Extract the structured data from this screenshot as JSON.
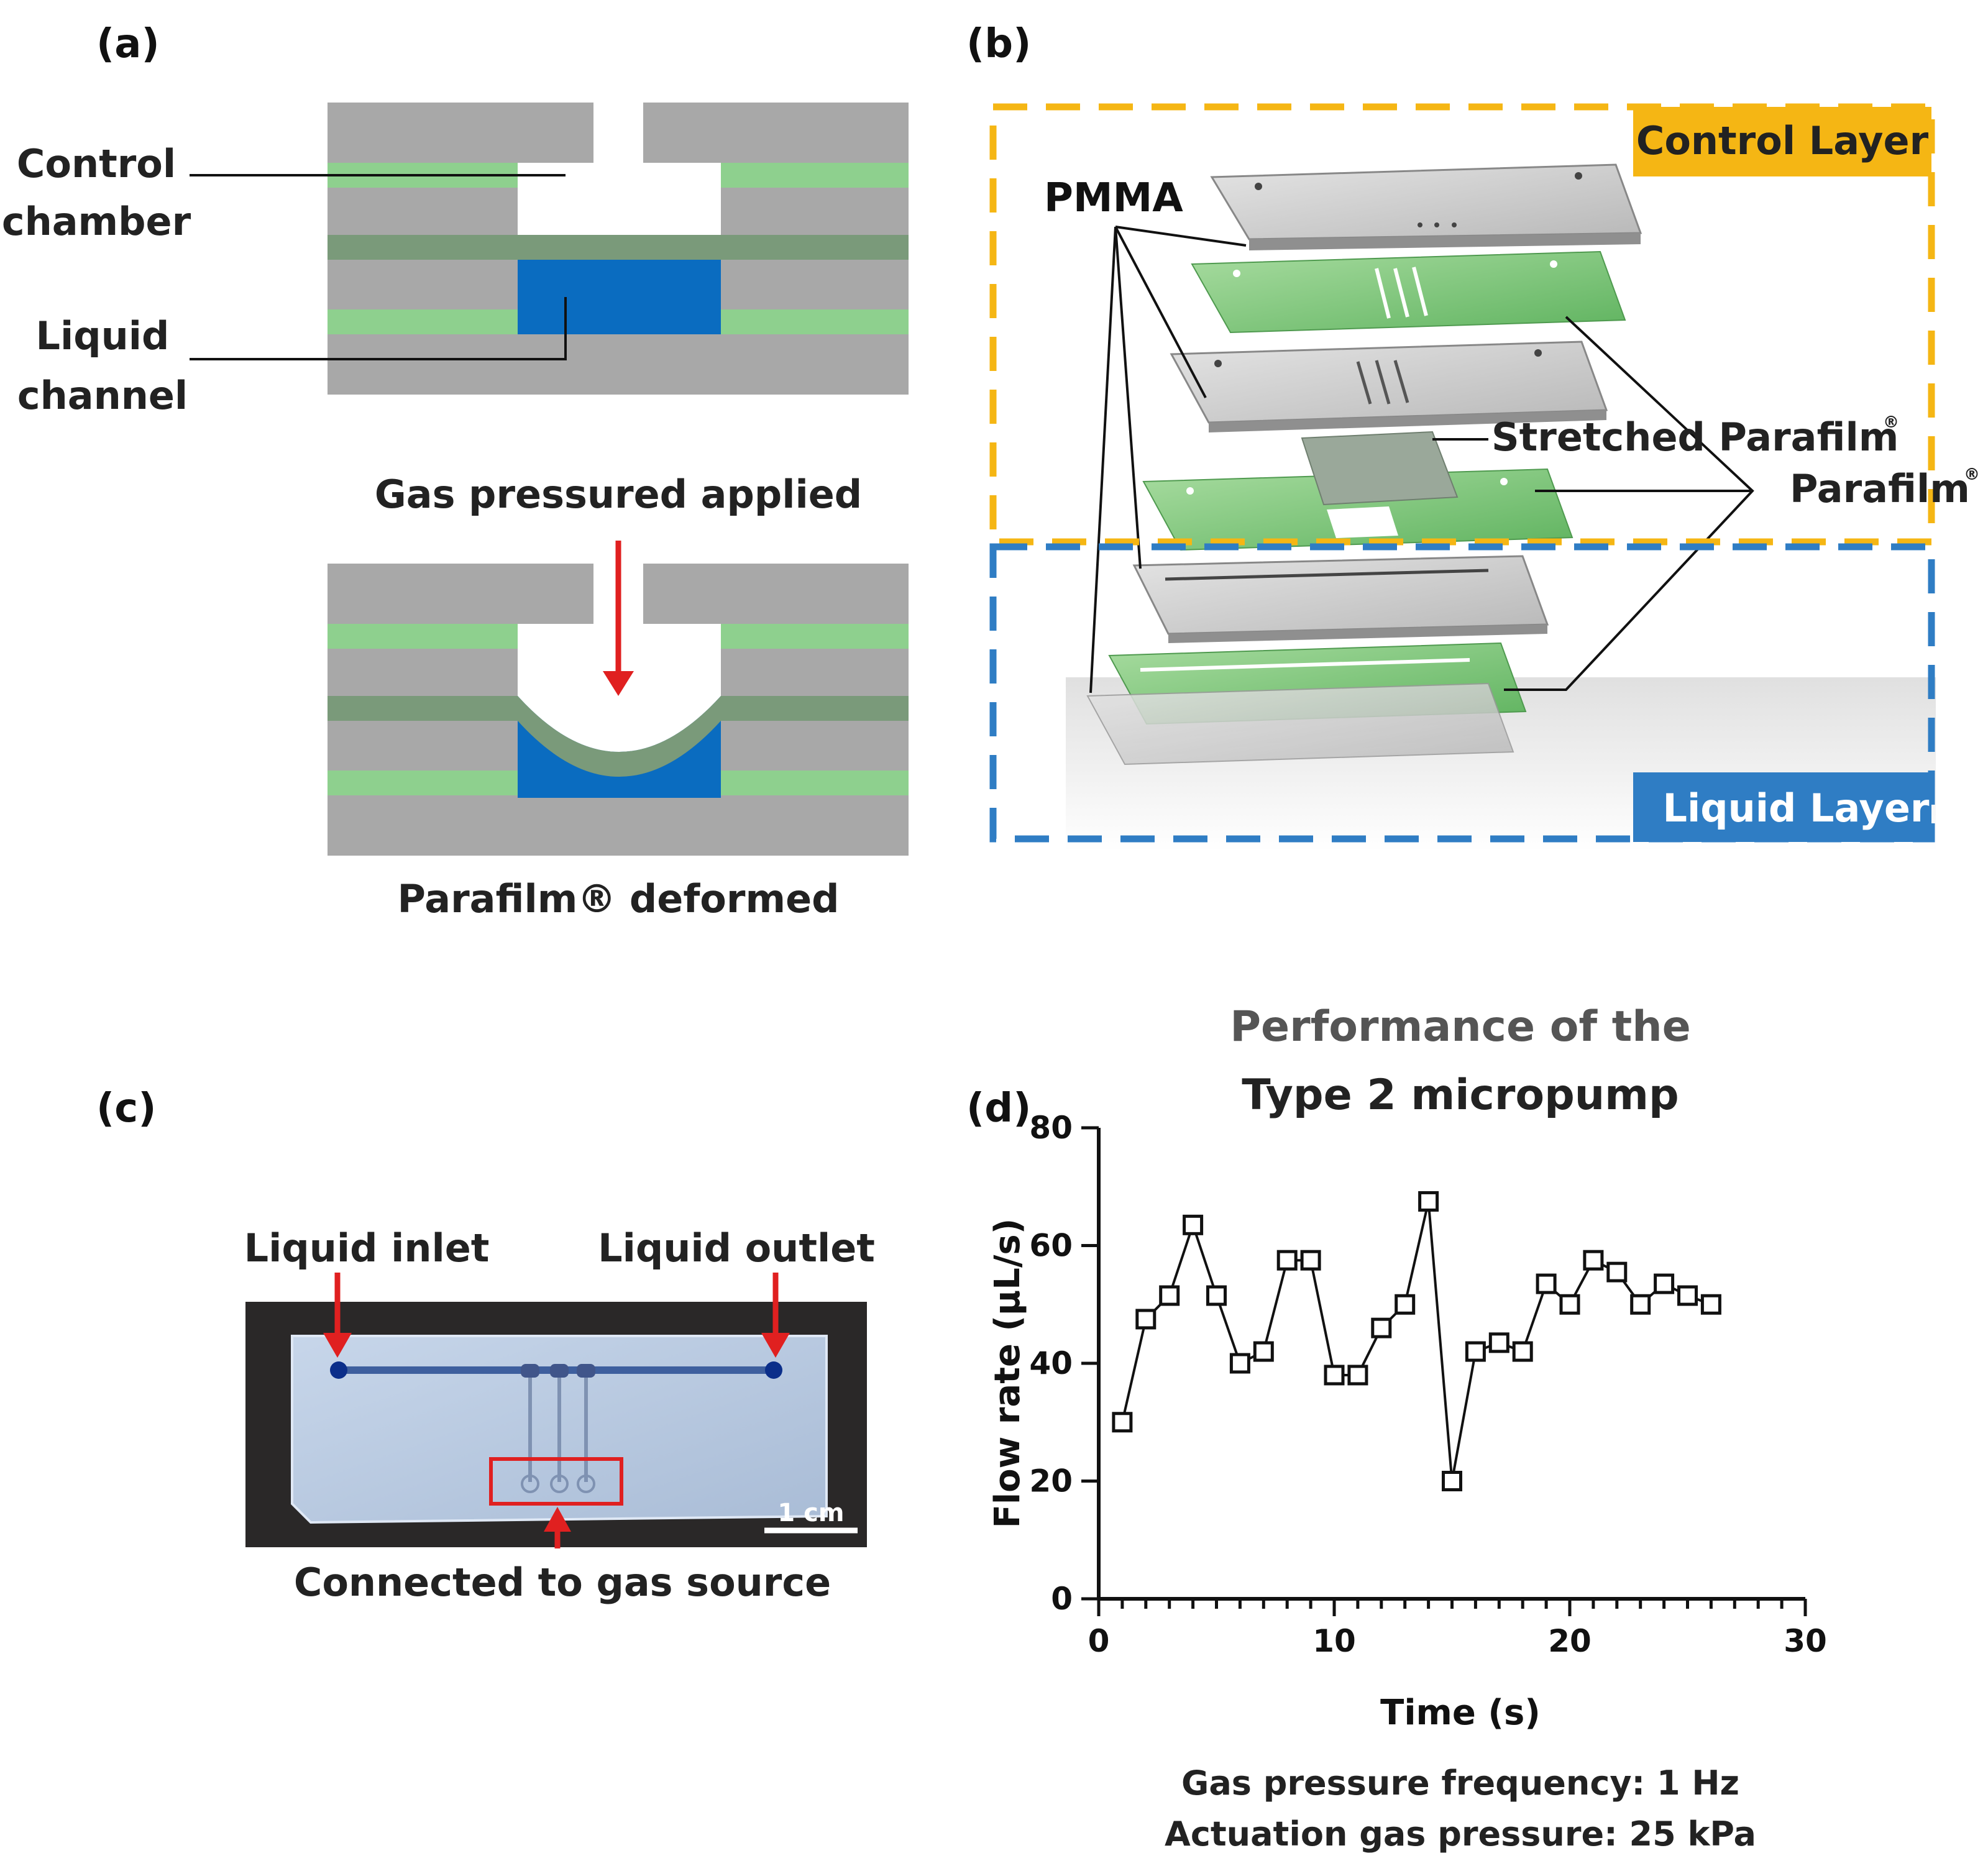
{
  "colors": {
    "gray": "#a8a8a8",
    "green": "#8ed08e",
    "film": "#7a9a7a",
    "liquid": "#0a6cc0",
    "control_box": "#f5b614",
    "liquid_box": "#2f7dc4",
    "arrow": "#e02020"
  },
  "panel_a": {
    "tag": "(a)",
    "control_label_1": "Control",
    "control_label_2": "chamber",
    "liquid_label_1": "Liquid",
    "liquid_label_2": "channel",
    "gas_label": "Gas pressured applied",
    "deformed_label": "Parafilm® deformed"
  },
  "panel_b": {
    "tag": "(b)",
    "control_layer": "Control Layer",
    "liquid_layer": "Liquid Layer",
    "pmma": "PMMA",
    "stretched": "Stretched Parafilm",
    "parafilm": "Parafilm",
    "reg": "®"
  },
  "panel_c": {
    "tag": "(c)",
    "inlet": "Liquid inlet",
    "outlet": "Liquid outlet",
    "gas_source": "Connected to gas source",
    "scale": "1 cm"
  },
  "panel_d": {
    "tag": "(d)",
    "title_1": "Performance of the",
    "title_2": "Type 2 micropump",
    "caption_1": "Gas pressure frequency: 1 Hz",
    "caption_2": "Actuation gas pressure: 25 kPa"
  },
  "chart_data": {
    "type": "line",
    "title": "Performance of the Type 2 micropump",
    "xlabel": "Time (s)",
    "ylabel": "Flow rate (μL/s)",
    "xlim": [
      0,
      30
    ],
    "ylim": [
      0,
      80
    ],
    "xticks": [
      0,
      10,
      20,
      30
    ],
    "yticks": [
      0,
      20,
      40,
      60,
      80
    ],
    "marker": "open-square",
    "grid": false,
    "series": [
      {
        "x": [
          1,
          2,
          3,
          4,
          5,
          6,
          7,
          8,
          9,
          10,
          11,
          12,
          13,
          14,
          15,
          16,
          17,
          18,
          19,
          20,
          21,
          22,
          23,
          24,
          25,
          26
        ],
        "y": [
          30,
          47.5,
          51.5,
          63.5,
          51.5,
          40,
          42,
          57.5,
          57.5,
          38,
          38,
          46,
          50,
          67.5,
          20,
          42,
          43.5,
          42,
          53.5,
          50,
          57.5,
          55.5,
          50,
          53.5,
          51.5,
          50
        ]
      }
    ]
  }
}
